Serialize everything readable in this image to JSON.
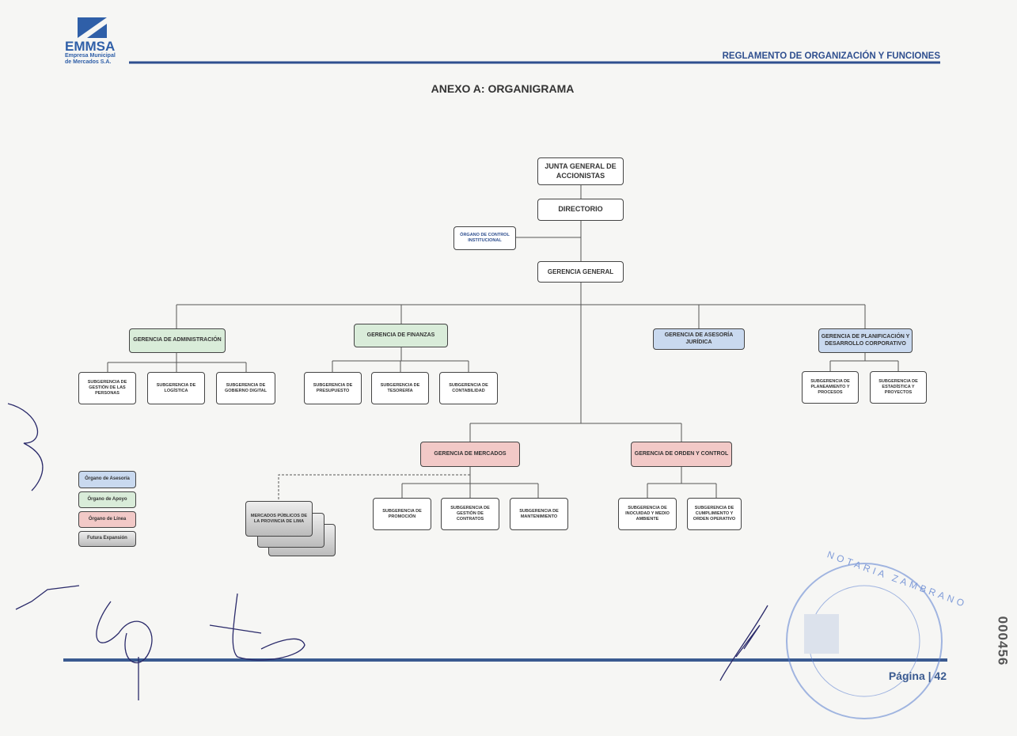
{
  "header": {
    "logo_name": "EMMSA",
    "logo_sub1": "Empresa Municipal",
    "logo_sub2": "de Mercados S.A.",
    "doc_title": "REGLAMENTO DE ORGANIZACIÓN Y FUNCIONES"
  },
  "page_title": "ANEXO A: ORGANIGRAMA",
  "org": {
    "junta": "JUNTA GENERAL DE ACCIONISTAS",
    "directorio": "DIRECTORIO",
    "oci": "ÓRGANO DE CONTROL INSTITUCIONAL",
    "gerencia_general": "GERENCIA GENERAL",
    "admin": {
      "title": "GERENCIA DE ADMINISTRACIÓN",
      "subs": [
        "SUBGERENCIA DE GESTIÓN DE LAS PERSONAS",
        "SUBGERENCIA DE LOGÍSTICA",
        "SUBGERENCIA DE GOBIERNO DIGITAL"
      ]
    },
    "finanzas": {
      "title": "GERENCIA DE FINANZAS",
      "subs": [
        "SUBGERENCIA DE PRESUPUESTO",
        "SUBGERENCIA DE TESORERÍA",
        "SUBGERENCIA DE CONTABILIDAD"
      ]
    },
    "juridica": {
      "title": "GERENCIA DE ASESORÍA JURÍDICA"
    },
    "planificacion": {
      "title": "GERENCIA DE PLANIFICACIÓN Y DESARROLLO CORPORATIVO",
      "subs": [
        "SUBGERENCIA DE PLANEAMIENTO Y PROCESOS",
        "SUBGERENCIA DE ESTADÍSTICA Y PROYECTOS"
      ]
    },
    "mercados": {
      "title": "GERENCIA DE MERCADOS",
      "subs": [
        "SUBGERENCIA DE PROMOCIÓN",
        "SUBGERENCIA DE GESTIÓN DE CONTRATOS",
        "SUBGERENCIA DE MANTENIMIENTO"
      ],
      "future": "MERCADOS PÚBLICOS DE LA PROVINCIA DE LIMA"
    },
    "orden": {
      "title": "GERENCIA DE ORDEN Y CONTROL",
      "subs": [
        "SUBGERENCIA DE INOCUIDAD Y MEDIO AMBIENTE",
        "SUBGERENCIA DE CUMPLIMIENTO Y ORDEN OPERATIVO"
      ]
    }
  },
  "legend": [
    {
      "label": "Órgano de Asesoría",
      "color": "#c9d9ef"
    },
    {
      "label": "Órgano de Apoyo",
      "color": "#d9ecd9"
    },
    {
      "label": "Órgano de Línea",
      "color": "#f2c9c7"
    },
    {
      "label": "Futura Expansión",
      "color": "#bbbbbb"
    }
  ],
  "footer": {
    "page": "Página | 42",
    "stamp_text": "NOTARIA ZAMBRANO",
    "folio": "000456"
  }
}
